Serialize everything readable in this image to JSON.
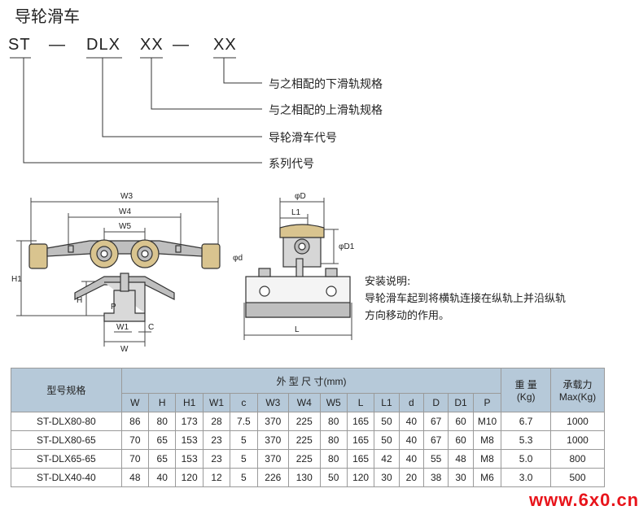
{
  "title": "导轮滑车",
  "code": {
    "p1": "ST",
    "dash1": "—",
    "p2": "DLX",
    "p3": "XX",
    "dash2": "—",
    "p4": "XX"
  },
  "legend": [
    "与之相配的下滑轨规格",
    "与之相配的上滑轨规格",
    "导轮滑车代号",
    "系列代号"
  ],
  "diagram_labels": {
    "W3": "W3",
    "W4": "W4",
    "W5": "W5",
    "H1": "H1",
    "H": "H",
    "P": "P",
    "W1": "W1",
    "C": "C",
    "W": "W",
    "phid": "φd",
    "phiD": "φD",
    "L1": "L1",
    "phiD1": "φD1",
    "L": "L"
  },
  "install": {
    "title": "安装说明:",
    "line1": "导轮滑车起到将横轨连接在纵轨上并沿纵轨",
    "line2": "方向移动的作用。"
  },
  "table": {
    "model_header": "型号规格",
    "dims_header": "外  型  尺  寸(mm)",
    "weight_header": "重 量",
    "weight_unit": "(Kg)",
    "load_header": "承载力",
    "load_unit": "Max(Kg)",
    "columns": [
      "W",
      "H",
      "H1",
      "W1",
      "c",
      "W3",
      "W4",
      "W5",
      "L",
      "L1",
      "d",
      "D",
      "D1",
      "P"
    ],
    "rows": [
      {
        "model": "ST-DLX80-80",
        "vals": [
          "86",
          "80",
          "173",
          "28",
          "7.5",
          "370",
          "225",
          "80",
          "165",
          "50",
          "40",
          "67",
          "60",
          "M10"
        ],
        "weight": "6.7",
        "load": "1000"
      },
      {
        "model": "ST-DLX80-65",
        "vals": [
          "70",
          "65",
          "153",
          "23",
          "5",
          "370",
          "225",
          "80",
          "165",
          "50",
          "40",
          "67",
          "60",
          "M8"
        ],
        "weight": "5.3",
        "load": "1000"
      },
      {
        "model": "ST-DLX65-65",
        "vals": [
          "70",
          "65",
          "153",
          "23",
          "5",
          "370",
          "225",
          "80",
          "165",
          "42",
          "40",
          "55",
          "48",
          "M8"
        ],
        "weight": "5.0",
        "load": "800"
      },
      {
        "model": "ST-DLX40-40",
        "vals": [
          "48",
          "40",
          "120",
          "12",
          "5",
          "226",
          "130",
          "50",
          "120",
          "30",
          "20",
          "38",
          "30",
          "M6"
        ],
        "weight": "3.0",
        "load": "500"
      }
    ]
  },
  "watermark": "www.6x0.cn"
}
